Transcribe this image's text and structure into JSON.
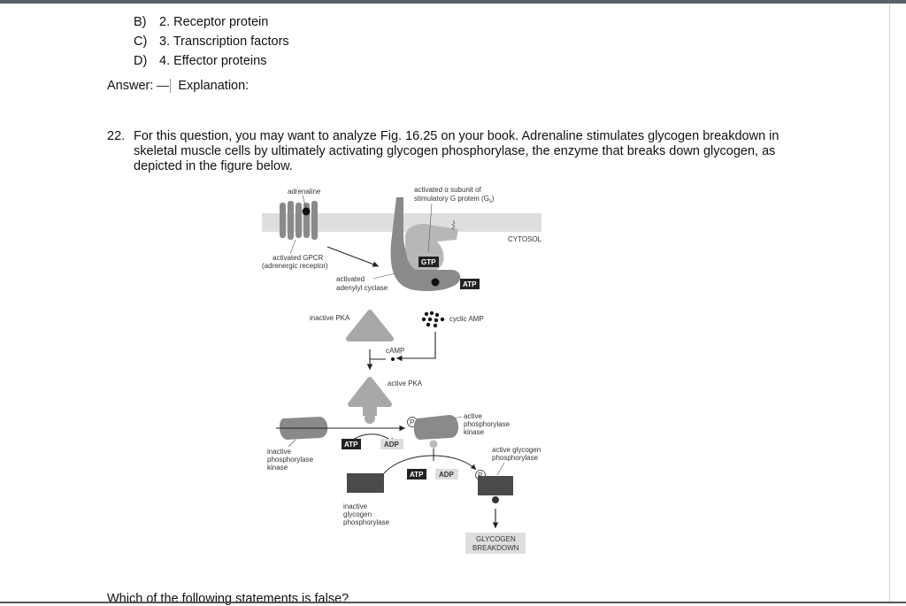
{
  "options": [
    {
      "letter": "B)",
      "text": "2. Receptor protein"
    },
    {
      "letter": "C)",
      "text": "3. Transcription factors"
    },
    {
      "letter": "D)",
      "text": "4. Effector proteins"
    }
  ],
  "answer": {
    "label": "Answer:",
    "explanation_label": "Explanation:"
  },
  "question": {
    "number": "22.",
    "lines": [
      "For this question, you may want to analyze Fig. 16.25 on your book. Adrenaline stimulates glycogen breakdown in",
      "skeletal muscle cells by ultimately activating glycogen phosphorylase, the enzyme that breaks down glycogen, as",
      "depicted in the figure below."
    ]
  },
  "figure": {
    "labels": {
      "adrenaline": "adrenaline",
      "alpha_line1": "activated α subunit of",
      "alpha_line2": "stimulatory G protein (G",
      "alpha_sub": "s",
      "alpha_end": ")",
      "cytosol": "CYTOSOL",
      "gpcr_line1": "activated GPCR",
      "gpcr_line2": "(adrenergic receptor)",
      "gtp": "GTP",
      "cyclase_line1": "activated",
      "cyclase_line2": "adenylyl cyclase",
      "atp": "ATP",
      "inactive_pka": "inactive PKA",
      "cyclic_amp": "cyclic AMP",
      "camp": "cAMP",
      "active_pka": "active PKA",
      "p": "P",
      "active_kinase_line1": "active",
      "active_kinase_line2": "phosphorylase",
      "active_kinase_line3": "kinase",
      "adp": "ADP",
      "inactive_kinase_line1": "inactive",
      "inactive_kinase_line2": "phosphorylase",
      "inactive_kinase_line3": "kinase",
      "active_gp_line1": "active glycogen",
      "active_gp_line2": "phosphorylase",
      "inactive_gp_line1": "inactive",
      "inactive_gp_line2": "glycogen",
      "inactive_gp_line3": "phosphorylase",
      "breakdown_line1": "GLYCOGEN",
      "breakdown_line2": "BREAKDOWN"
    }
  },
  "next_question": "Which of the following statements is false?"
}
